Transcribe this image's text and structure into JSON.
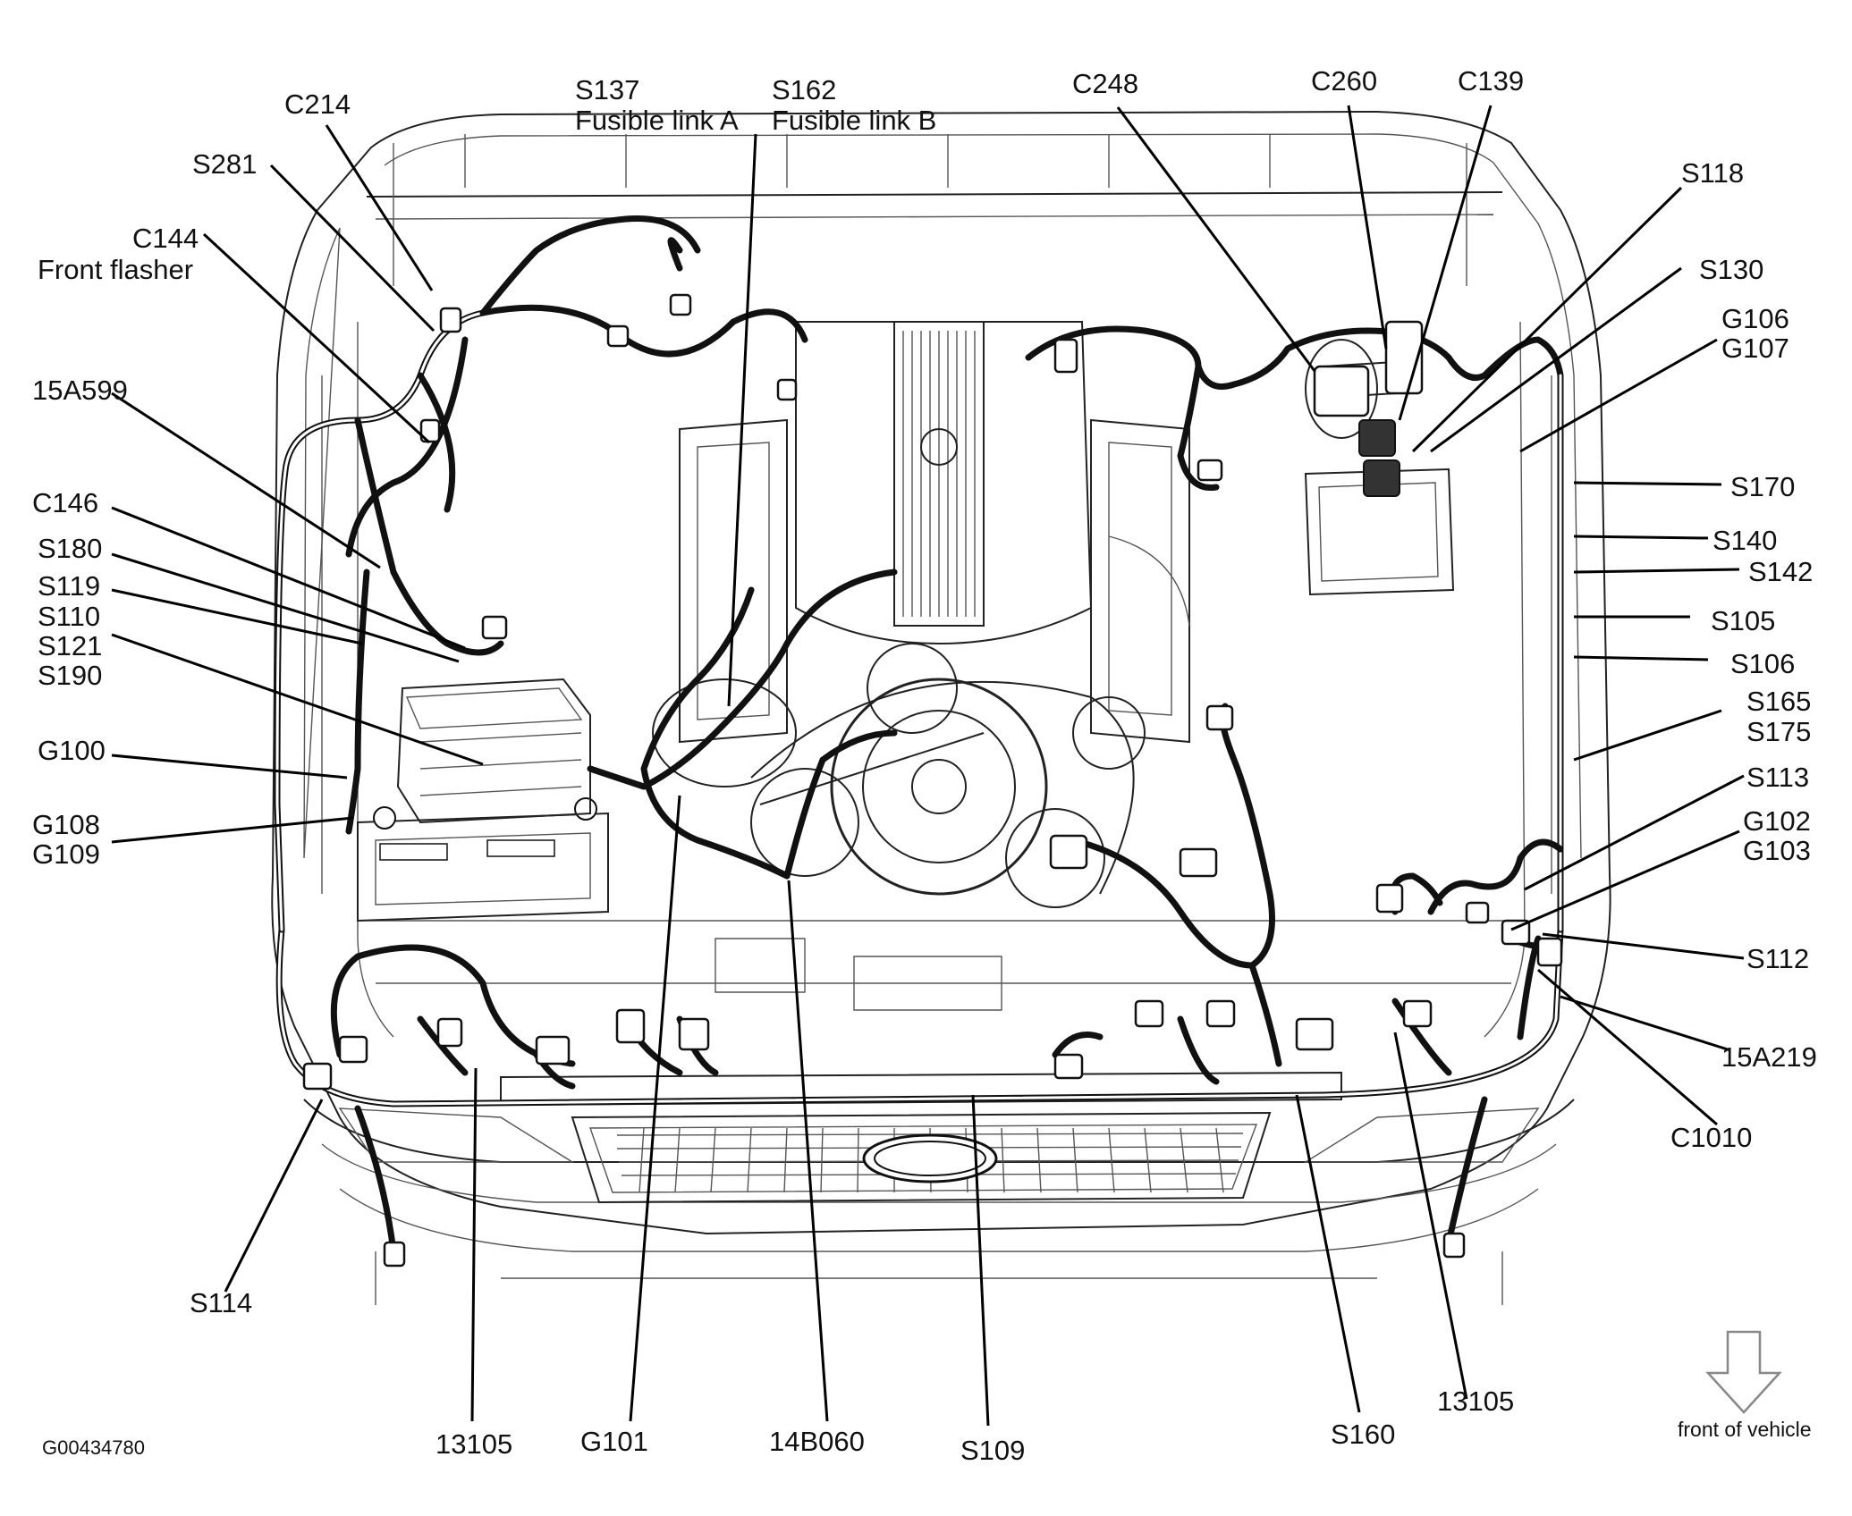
{
  "figure_id": "G00434780",
  "front_of_vehicle_label": "front of vehicle",
  "callouts": {
    "c214": "C214",
    "s281": "S281",
    "c144": "C144",
    "c144_desc": "Front flasher",
    "a15a599": "15A599",
    "c146": "C146",
    "s180": "S180",
    "s119": "S119",
    "s110": "S110",
    "s121": "S121",
    "s190": "S190",
    "g100": "G100",
    "g108": "G108",
    "g109": "G109",
    "s137": "S137",
    "s137_desc": "Fusible link A",
    "s162": "S162",
    "s162_desc": "Fusible link B",
    "c248": "C248",
    "c260": "C260",
    "c139": "C139",
    "s118": "S118",
    "s130": "S130",
    "g106": "G106",
    "g107": "G107",
    "s170": "S170",
    "s140": "S140",
    "s142": "S142",
    "s105": "S105",
    "s106": "S106",
    "s165": "S165",
    "s175": "S175",
    "s113": "S113",
    "g102": "G102",
    "g103": "G103",
    "s112": "S112",
    "a15a219": "15A219",
    "c1010": "C1010",
    "s114": "S114",
    "b13105_left": "13105",
    "g101": "G101",
    "b14b060": "14B060",
    "s109": "S109",
    "s160": "S160",
    "b13105_right": "13105"
  }
}
